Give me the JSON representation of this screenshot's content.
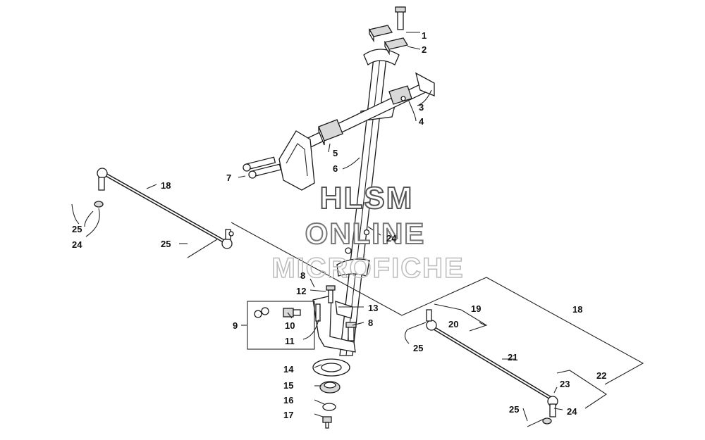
{
  "watermark": {
    "line1": "HLSM",
    "line2": "ONLINE",
    "line3": "MICROFICHE"
  },
  "callouts": {
    "c1": "1",
    "c2": "2",
    "c3": "3",
    "c4": "4",
    "c5": "5",
    "c6": "6",
    "c7": "7",
    "c8a": "8",
    "c8b": "8",
    "c9": "9",
    "c10": "10",
    "c11": "11",
    "c12": "12",
    "c13": "13",
    "c14": "14",
    "c15": "15",
    "c16": "16",
    "c17": "17",
    "c18a": "18",
    "c18b": "18",
    "c19": "19",
    "c20": "20",
    "c21": "21",
    "c22": "22",
    "c23": "23",
    "c24a": "24",
    "c24b": "24",
    "c24c": "24",
    "c25a": "25",
    "c25b": "25",
    "c25c": "25",
    "c25d": "25"
  },
  "colors": {
    "line": "#222222",
    "watermark_fill": "#ffffff",
    "watermark_stroke": "#555555",
    "watermark_faint": "#bbbbbb"
  }
}
